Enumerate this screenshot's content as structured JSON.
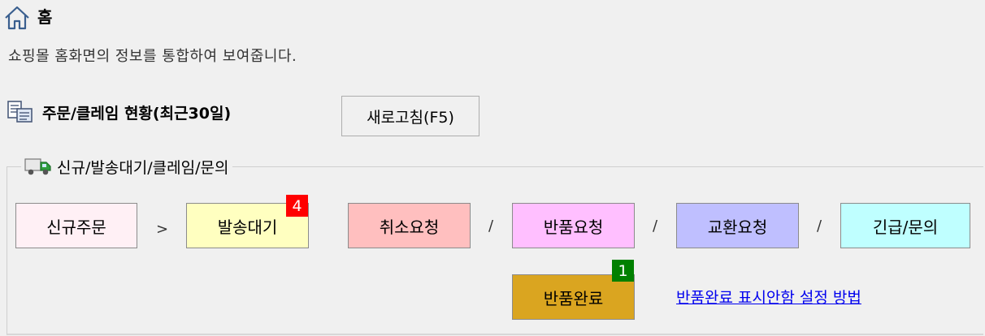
{
  "header": {
    "title": "홈",
    "subtitle": "쇼핑몰 홈화면의 정보를 통합하여 보여줍니다."
  },
  "section": {
    "title": "주문/클레임 현황(최근30일)",
    "refresh_label": "새로고침(F5)"
  },
  "group": {
    "label": "신규/발송대기/클레임/문의"
  },
  "statuses": {
    "new_order": {
      "label": "신규주문",
      "color": "#fff0f5"
    },
    "awaiting_shipment": {
      "label": "발송대기",
      "color": "#ffffc0",
      "badge": "4",
      "badge_color": "#ff0000"
    },
    "cancel_request": {
      "label": "취소요청",
      "color": "#ffbfbf"
    },
    "return_request": {
      "label": "반품요청",
      "color": "#ffbfff"
    },
    "exchange_request": {
      "label": "교환요청",
      "color": "#bfbfff"
    },
    "urgent_inquiry": {
      "label": "긴급/문의",
      "color": "#bfffff"
    },
    "return_complete": {
      "label": "반품완료",
      "color": "#daa520",
      "badge": "1",
      "badge_color": "#008000"
    }
  },
  "separators": {
    "arrow": ">",
    "slash": "/"
  },
  "links": {
    "return_complete_settings": "반품완료 표시안함 설정 방법"
  }
}
